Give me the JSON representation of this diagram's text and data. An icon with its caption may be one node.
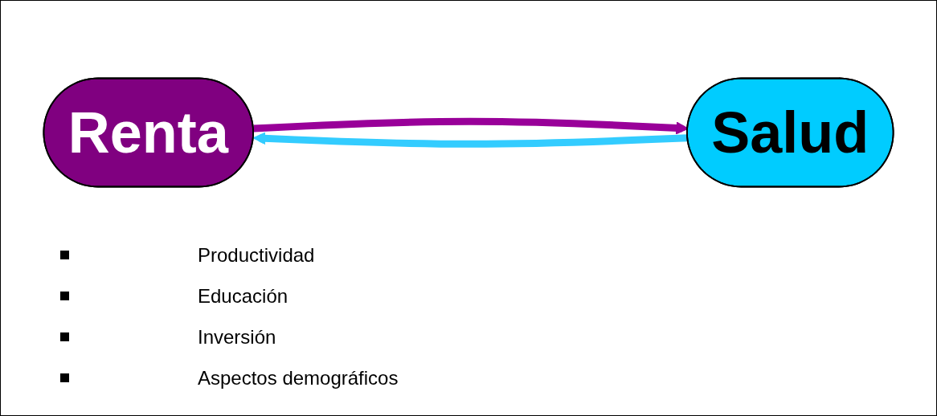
{
  "diagram": {
    "nodes": [
      {
        "text": [
          "Renta"
        ]
      },
      {
        "text": [
          "Salud"
        ]
      }
    ],
    "edges": [
      {
        "from": 1,
        "to": 0,
        "arrow": "to",
        "color": "#33ccff"
      },
      {
        "from": 0,
        "to": 1,
        "arrow": "to",
        "color": "#990099"
      }
    ],
    "labels": [
      "Productividad",
      "Educación",
      "Inversión",
      "Aspectos demográficos"
    ]
  }
}
